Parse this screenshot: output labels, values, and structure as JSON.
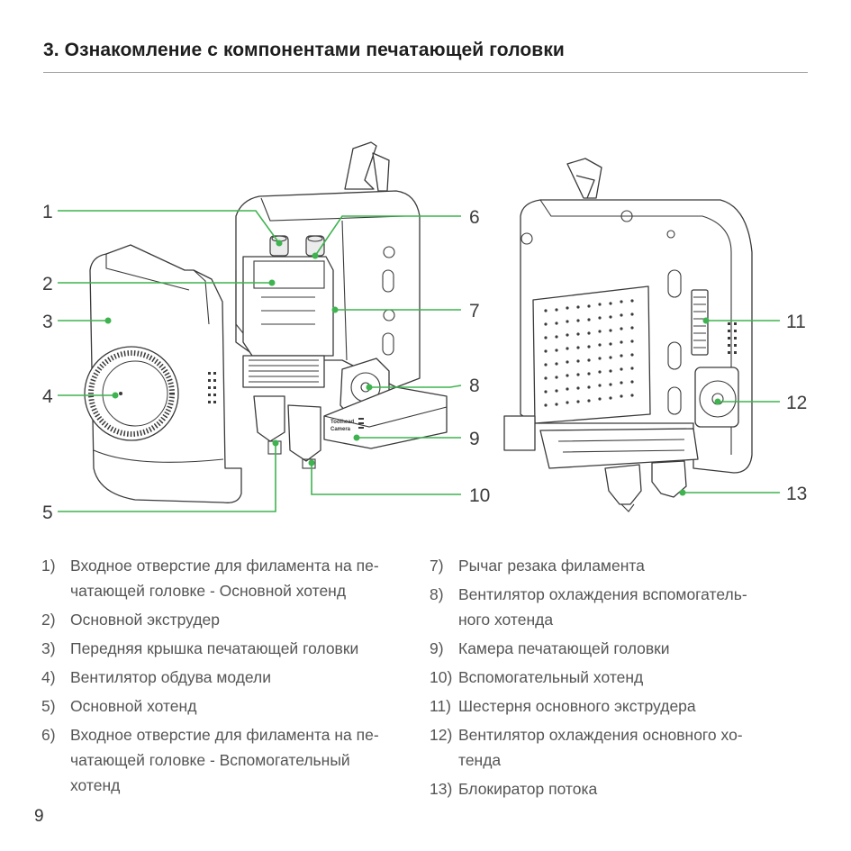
{
  "header": {
    "title": "3. Ознакомление с компонентами печатающей головки"
  },
  "callouts": [
    "1",
    "2",
    "3",
    "4",
    "5",
    "6",
    "7",
    "8",
    "9",
    "10",
    "11",
    "12",
    "13"
  ],
  "device_labels": {
    "camera_line1": "Toolhead",
    "camera_line2": "Camera"
  },
  "legend_left": [
    {
      "n": "1)",
      "lines": [
        "Входное отверстие для филамента на пе-",
        "чатающей головке - Основной хотенд"
      ]
    },
    {
      "n": "2)",
      "lines": [
        "Основной экструдер"
      ]
    },
    {
      "n": "3)",
      "lines": [
        "Передняя крышка печатающей головки"
      ]
    },
    {
      "n": "4)",
      "lines": [
        "Вентилятор обдува модели"
      ]
    },
    {
      "n": "5)",
      "lines": [
        "Основной хотенд"
      ]
    },
    {
      "n": "6)",
      "lines": [
        "Входное отверстие для филамента на пе-",
        "чатающей головке - Вспомогательный",
        "хотенд"
      ]
    }
  ],
  "legend_right": [
    {
      "n": "7)",
      "lines": [
        "Рычаг резака филамента"
      ]
    },
    {
      "n": "8)",
      "lines": [
        "Вентилятор охлаждения вспомогатель-",
        "ного хотенда"
      ]
    },
    {
      "n": "9)",
      "lines": [
        "Камера печатающей головки"
      ]
    },
    {
      "n": "10)",
      "lines": [
        "Вспомогательный хотенд"
      ]
    },
    {
      "n": "11)",
      "lines": [
        "Шестерня основного экструдера"
      ]
    },
    {
      "n": "12)",
      "lines": [
        "Вентилятор охлаждения основного хо-",
        "тенда"
      ]
    },
    {
      "n": "13)",
      "lines": [
        "Блокиратор потока"
      ]
    }
  ],
  "footer": {
    "page_number": "9"
  },
  "colors": {
    "accent": "#3fb34f",
    "text": "#3c3c3c"
  }
}
